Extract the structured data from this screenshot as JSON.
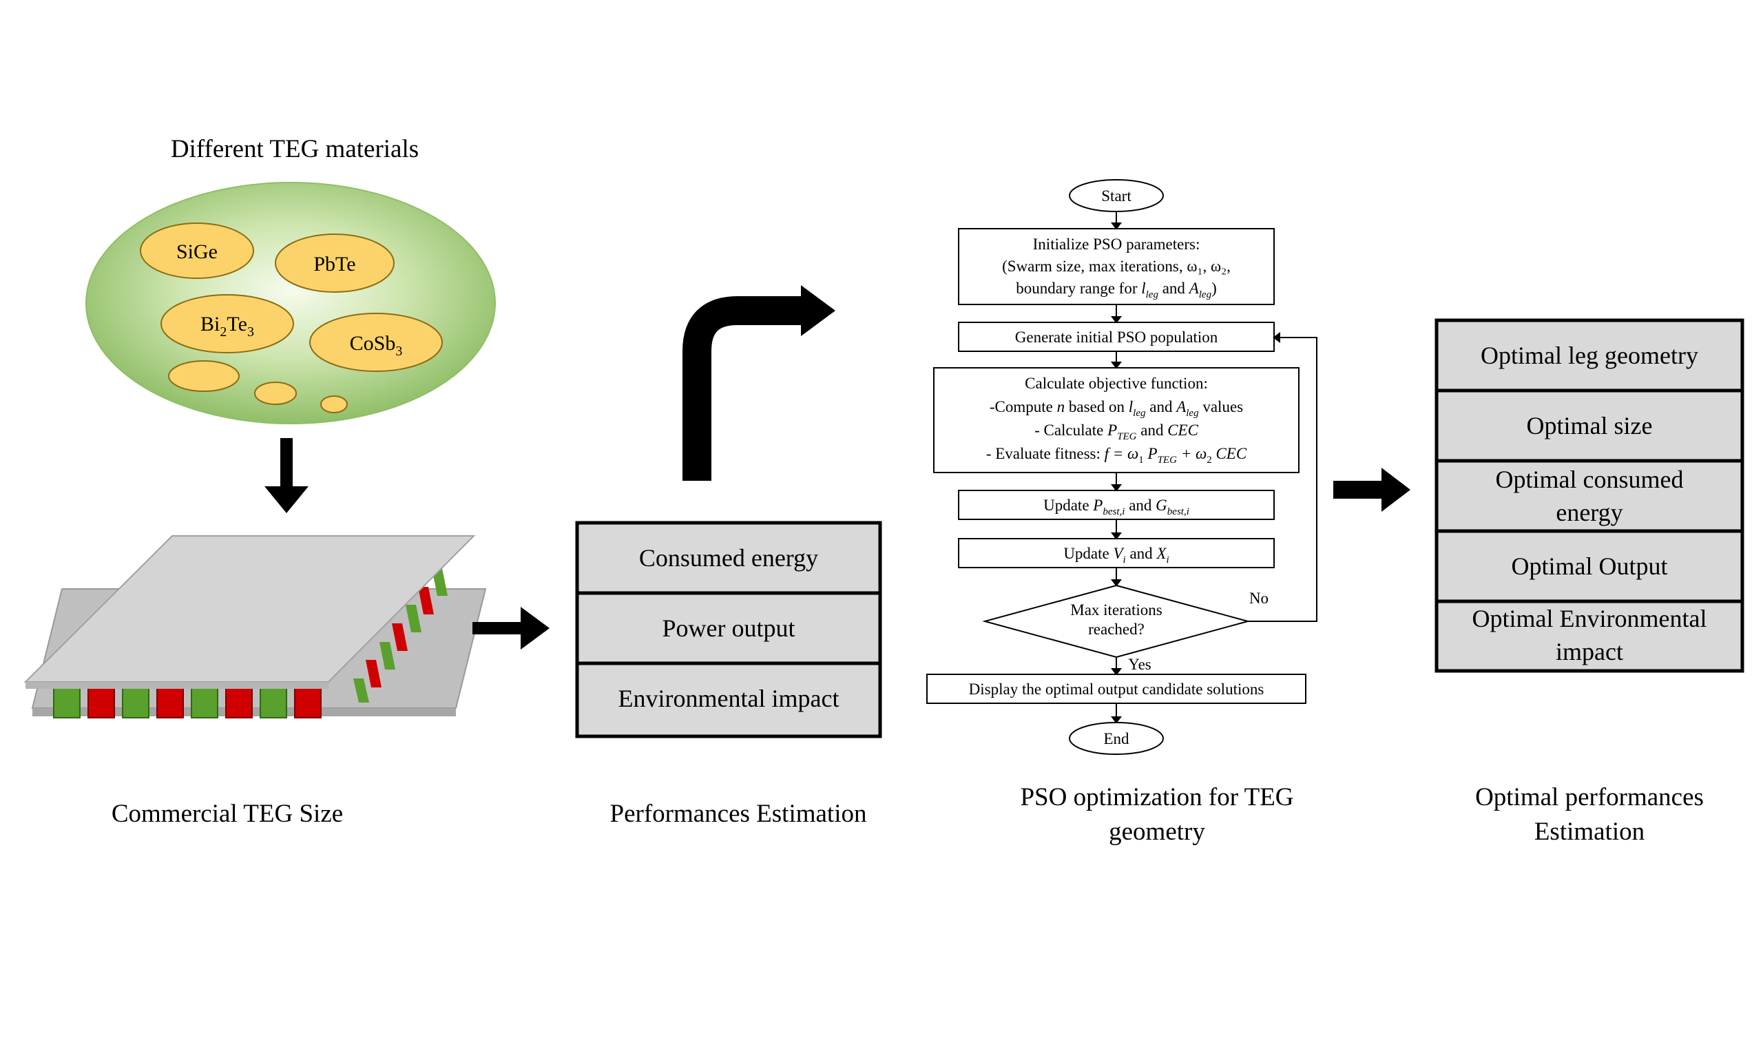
{
  "captions": {
    "materials": "Different  TEG  materials",
    "commercial": "Commercial  TEG  Size",
    "performances": "Performances  Estimation",
    "pso": [
      "PSO optimization  for  TEG",
      "geometry"
    ],
    "optimal": [
      "Optimal  performances",
      "Estimation"
    ]
  },
  "materials": {
    "sige": "SiGe",
    "pbte": "PbTe",
    "bi2te3": {
      "a": "Bi",
      "s1": "2",
      "b": "Te",
      "s2": "3"
    },
    "cosb3": {
      "a": "CoSb",
      "s1": "3"
    }
  },
  "performance_box": [
    "Consumed  energy",
    "Power  output",
    "Environmental  impact"
  ],
  "optimal_box": [
    [
      "Optimal  leg  geometry"
    ],
    [
      "Optimal  size"
    ],
    [
      "Optimal  consumed",
      "energy"
    ],
    [
      "Optimal  Output"
    ],
    [
      "Optimal  Environmental",
      "impact"
    ]
  ],
  "flowchart": {
    "start": "Start",
    "init_title": "Initialize PSO parameters:",
    "init_line2": "(Swarm size, max iterations,  ω₁, ω₂,",
    "init_line3": {
      "a": "boundary range for ",
      "v1": "l",
      "s1": "leg",
      "b": " and ",
      "v2": "A",
      "s2": "leg",
      "c": ")"
    },
    "generate": "Generate initial PSO population",
    "calc_title": "Calculate objective function:",
    "calc_line2": {
      "a": "-Compute ",
      "n": "n",
      "b": " based on ",
      "v1": "l",
      "s1": "leg",
      "c": " and ",
      "v2": "A",
      "s2": "leg",
      "d": " values"
    },
    "calc_line3": {
      "a": "- Calculate ",
      "p": "P",
      "ps": "TEG",
      "b": " and ",
      "c": "CEC"
    },
    "calc_line4": {
      "a": "- Evaluate fitness: ",
      "f": "f  =  ω",
      "s1": "1",
      "p": " P",
      "ps": "TEG",
      "plus": "  +  ω",
      "s2": "2",
      "c": " CEC"
    },
    "update_best": {
      "a": "Update ",
      "p": "P",
      "ps": "best,i",
      "b": " and ",
      "g": "G",
      "gs": "best,i"
    },
    "update_vx": {
      "a": "Update ",
      "v": "V",
      "vs": "i",
      "b": " and ",
      "x": "X",
      "xs": "i"
    },
    "decision": [
      "Max iterations",
      "reached?"
    ],
    "no": "No",
    "yes": "Yes",
    "display": "Display the optimal output candidate solutions",
    "end": "End"
  }
}
